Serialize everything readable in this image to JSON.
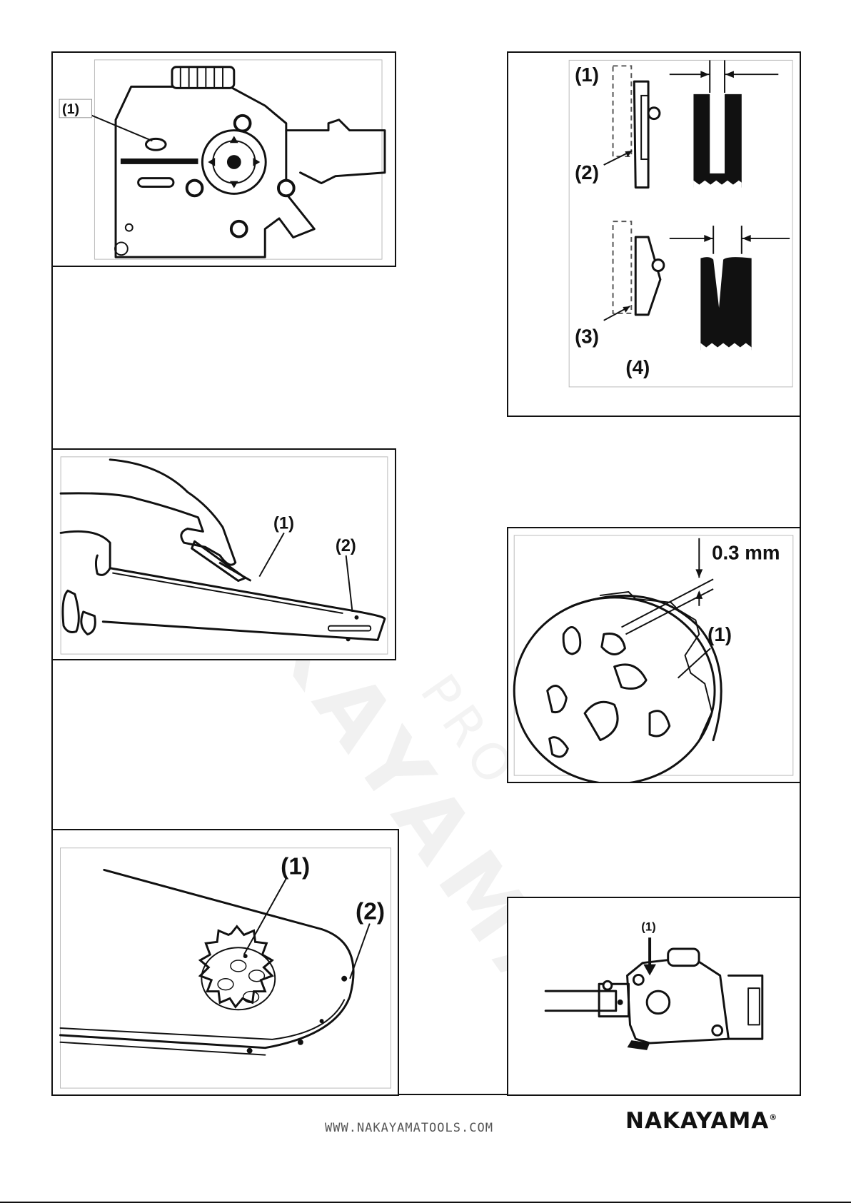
{
  "figures": {
    "housing": {
      "callout_1": "(1)"
    },
    "chain_gauge": {
      "callout_1": "(1)",
      "callout_2": "(2)",
      "callout_3": "(3)",
      "callout_4": "(4)"
    },
    "bar_cleaning": {
      "callout_1": "(1)",
      "callout_2": "(2)"
    },
    "sprocket_wear": {
      "measurement": "0.3 mm",
      "callout_1": "(1)"
    },
    "bar_nose": {
      "callout_1": "(1)",
      "callout_2": "(2)"
    },
    "oil_screw": {
      "callout_1": "(1)"
    }
  },
  "watermark": {
    "main": "NAKAYAMA",
    "sub": "PRO"
  },
  "footer": {
    "url": "WWW.NAKAYAMATOOLS.COM",
    "brand": "NAKAYAMA",
    "registered": "®"
  }
}
